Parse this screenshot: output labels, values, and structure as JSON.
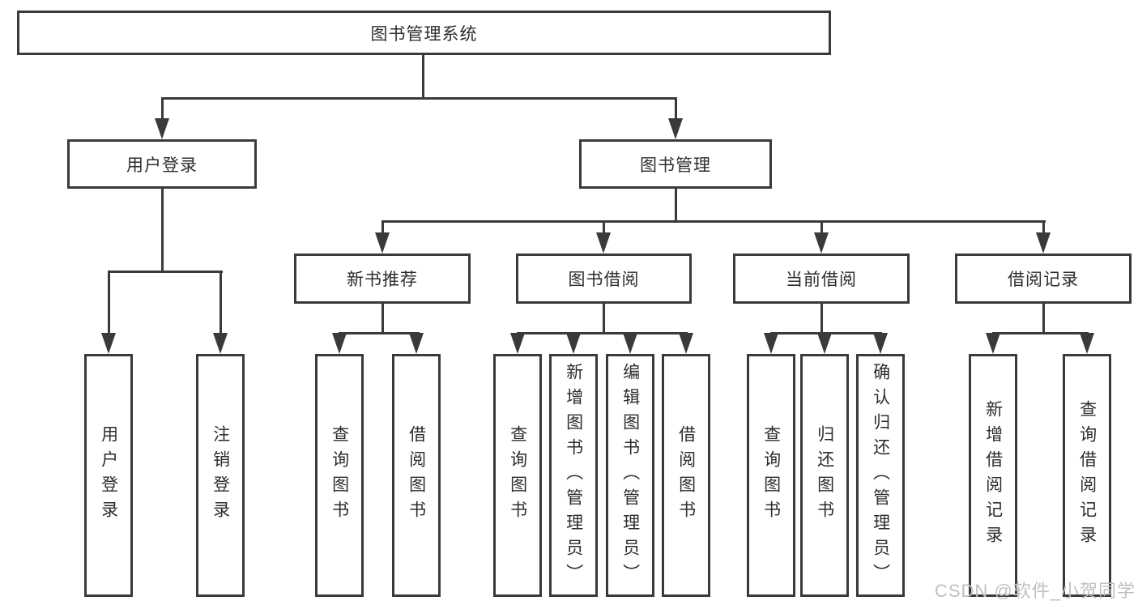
{
  "tree": {
    "root": "图书管理系统",
    "branches": [
      {
        "label": "用户登录",
        "leaves": [
          "用户登录",
          "注销登录"
        ]
      },
      {
        "label": "图书管理",
        "groups": [
          {
            "label": "新书推荐",
            "leaves": [
              "查询图书",
              "借阅图书"
            ]
          },
          {
            "label": "图书借阅",
            "leaves": [
              "查询图书",
              "新增图书（管理员）",
              "编辑图书（管理员）",
              "借阅图书"
            ]
          },
          {
            "label": "当前借阅",
            "leaves": [
              "查询图书",
              "归还图书",
              "确认归还（管理员）"
            ]
          },
          {
            "label": "借阅记录",
            "leaves": [
              "新增借阅记录",
              "查询借阅记录"
            ]
          }
        ]
      }
    ]
  },
  "watermark": "CSDN @软件_小贺同学",
  "colors": {
    "line": "#3a3a3a",
    "text": "#2d2d2d",
    "watermark": "#c0c0c0",
    "background": "#ffffff"
  }
}
